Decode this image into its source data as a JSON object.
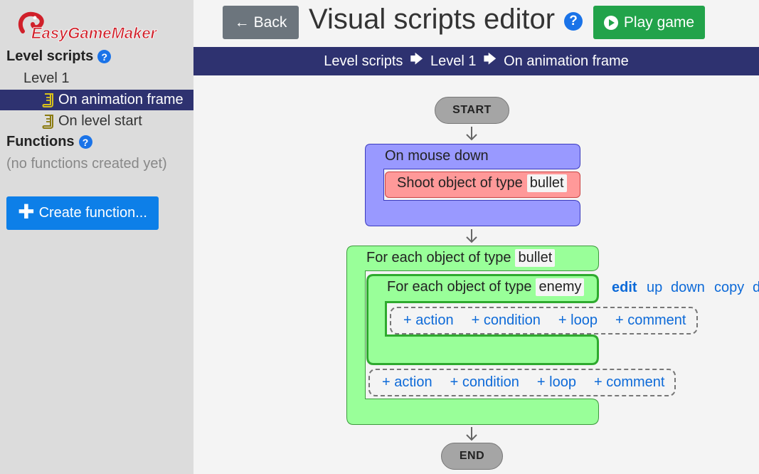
{
  "logo_text": "EasyGameMaker",
  "sidebar": {
    "level_scripts_heading": "Level scripts",
    "level_item": "Level 1",
    "scripts": [
      {
        "label": "On animation frame",
        "selected": true
      },
      {
        "label": "On level start",
        "selected": false
      }
    ],
    "functions_heading": "Functions",
    "no_functions_text": "(no functions created yet)",
    "create_function_label": "Create function...",
    "help_glyph": "?"
  },
  "header": {
    "back_label": "Back",
    "back_arrow": "←",
    "title": "Visual scripts editor",
    "play_label": "Play game"
  },
  "breadcrumb": {
    "items": [
      "Level scripts",
      "Level 1",
      "On animation frame"
    ],
    "separator": "🡆"
  },
  "flow": {
    "start_label": "START",
    "end_label": "END",
    "event_block": {
      "label": "On mouse down"
    },
    "action_block": {
      "label": "Shoot object of type",
      "value": "bullet"
    },
    "outer_loop": {
      "label": "For each object of type",
      "value": "bullet"
    },
    "inner_loop": {
      "label": "For each object of type",
      "value": "enemy"
    },
    "add_links": [
      "+ action",
      "+ condition",
      "+ loop",
      "+ comment"
    ],
    "edit_links": [
      "edit",
      "up",
      "down",
      "copy",
      "d"
    ]
  },
  "colors": {
    "nav": "#2e3270",
    "event_block": "#9999ff",
    "action_block": "#ff9999",
    "loop_block": "#99ff99",
    "play_button": "#22a34a",
    "primary_button": "#0d7fe8"
  }
}
